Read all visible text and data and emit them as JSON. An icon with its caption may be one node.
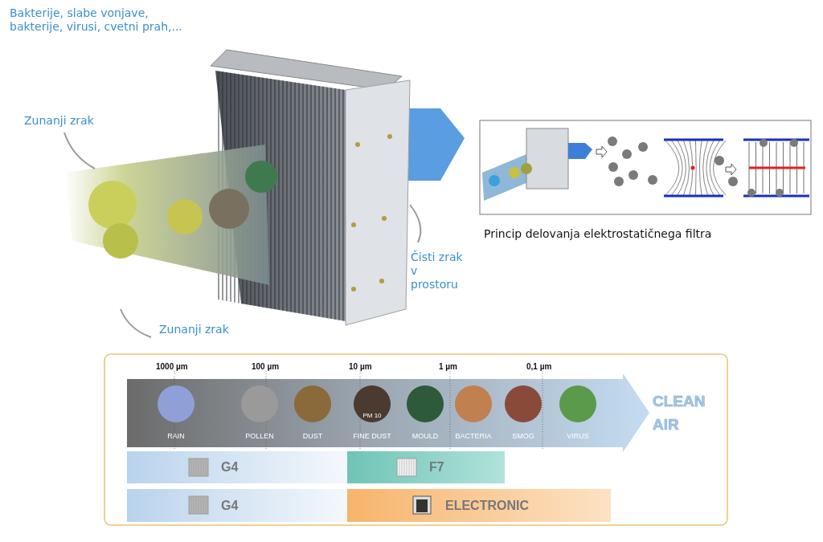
{
  "diagram": {
    "nodes": [
      {
        "text": [
          "G4"
        ]
      },
      {
        "text": [
          "F7"
        ]
      },
      {
        "text": [
          "G4"
        ]
      },
      {
        "text": [
          "ELECTRONIC"
        ]
      }
    ],
    "labels": [
      "Bakterije, slabe vonjave, bakterije, virusi, cvetni prah,...",
      "Zunanji zrak",
      "Čisti zrak v prostoru",
      "Princip delovanja elektrostatičnega filtra",
      "Zunanji zrak",
      "1000 µm",
      "100 µm",
      "10 µm",
      "1 µm",
      "0,1 µm",
      "RAIN",
      "POLLEN",
      "DUST",
      "PM 10",
      "FINE DUST",
      "MOULD",
      "BACTERIA",
      "SMOG",
      "VIRUS",
      "CLEAN AIR"
    ]
  }
}
